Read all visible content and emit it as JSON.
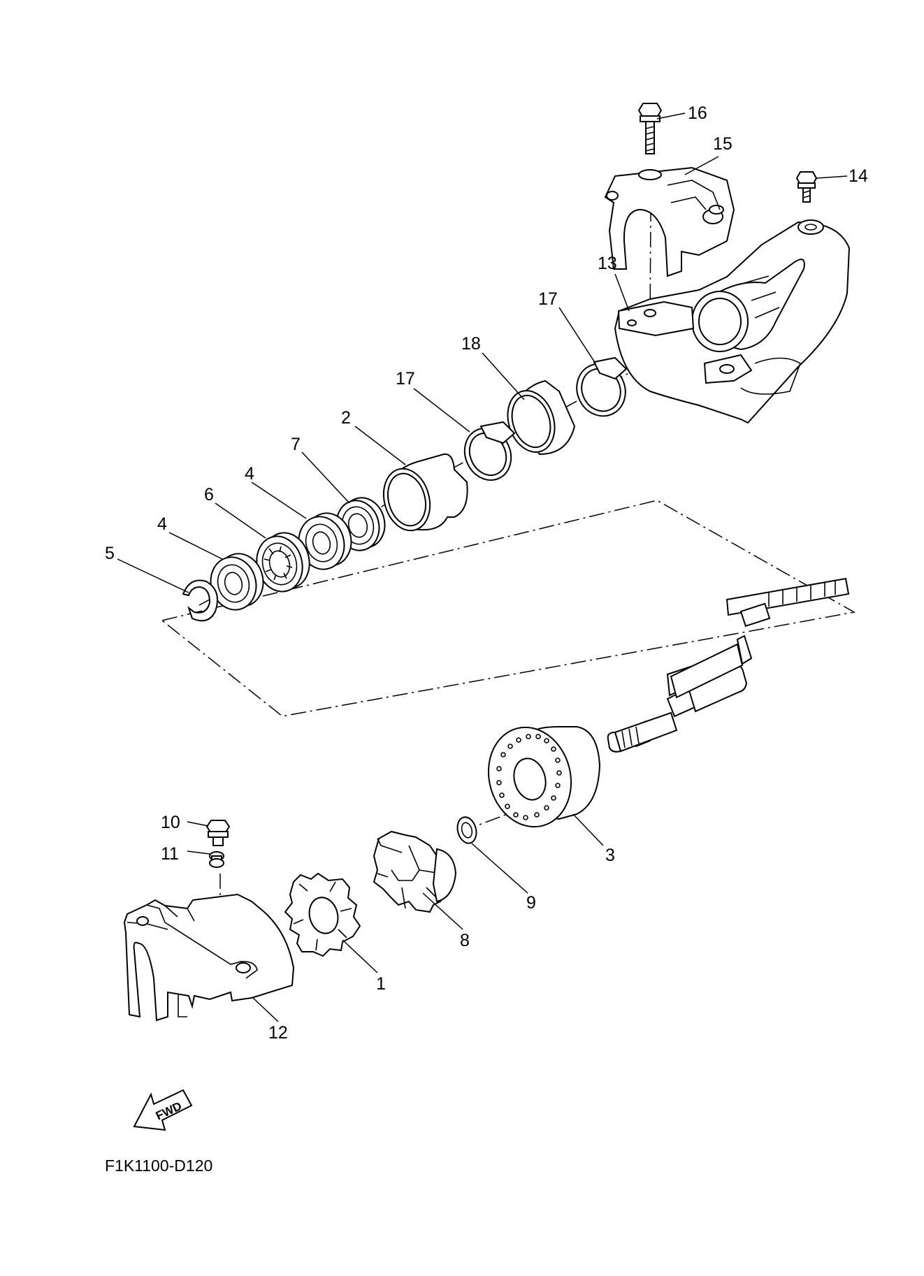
{
  "labels": {
    "l1": "1",
    "l2": "2",
    "l3": "3",
    "l4a": "4",
    "l4b": "4",
    "l5": "5",
    "l6": "6",
    "l7": "7",
    "l8": "8",
    "l9": "9",
    "l10": "10",
    "l11": "11",
    "l12": "12",
    "l13": "13",
    "l14": "14",
    "l15": "15",
    "l16": "16",
    "l17a": "17",
    "l17b": "17",
    "l18": "18"
  },
  "fwd_label": "FWD",
  "diagram_code": "F1K1100-D120"
}
